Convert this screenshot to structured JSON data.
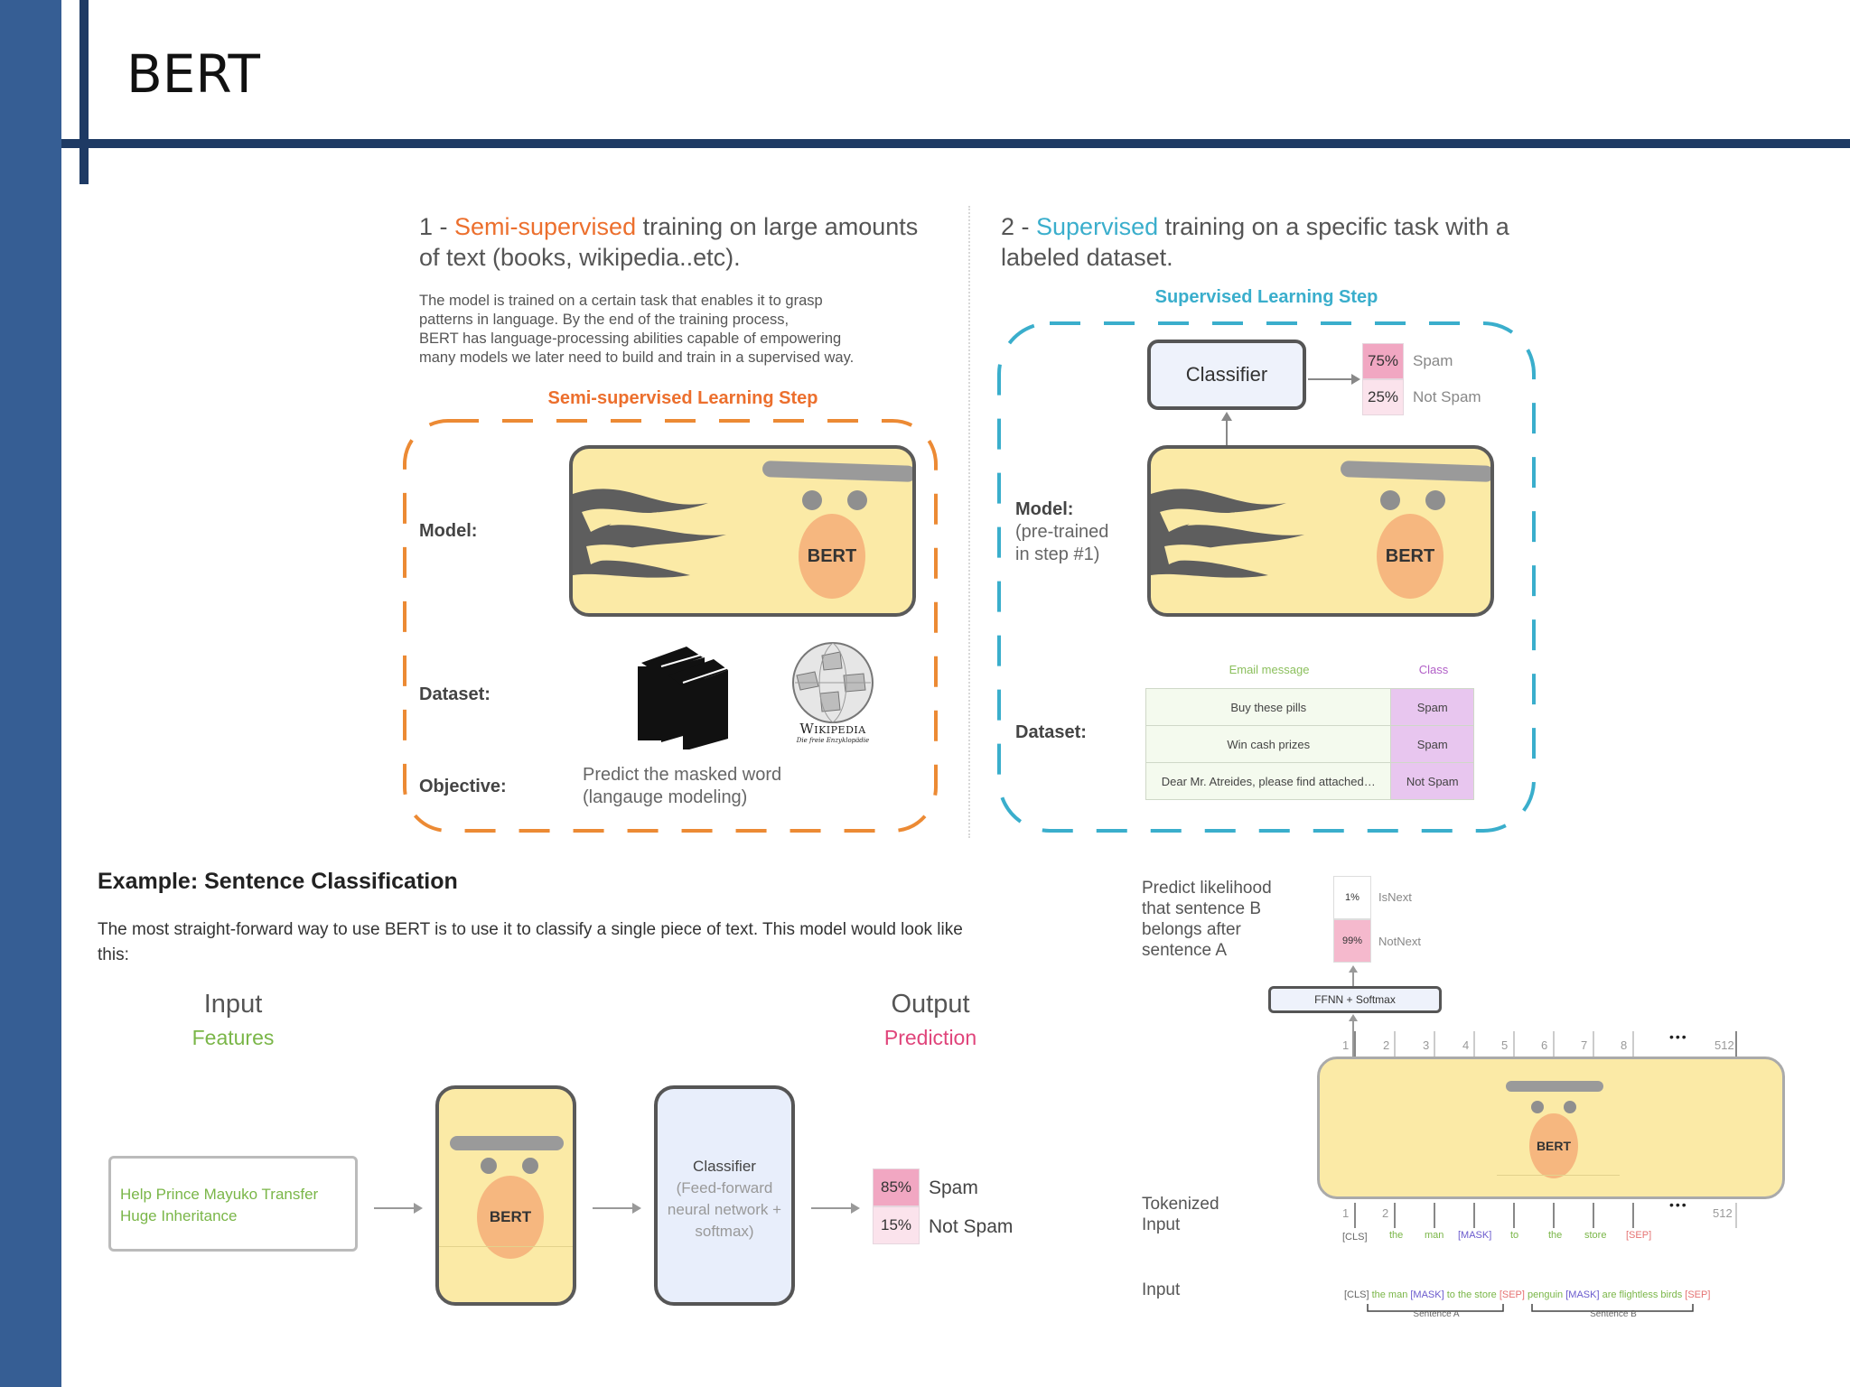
{
  "slide": {
    "title": "BERT"
  },
  "panel1": {
    "num": "1 - ",
    "heading_highlight": "Semi-supervised",
    "heading_line1_rest": " training on large amounts",
    "heading_line2": "of text (books, wikipedia..etc).",
    "description": [
      "The model is trained on a certain task that enables it to grasp",
      "patterns in language. By the end of the training process,",
      "BERT has language-processing abilities capable of empowering",
      "many models we later need to build and train in a supervised way."
    ],
    "step_title": "Semi-supervised Learning Step",
    "model_label": "Model:",
    "dataset_label": "Dataset:",
    "objective_label": "Objective:",
    "bert_label": "BERT",
    "wikipedia_name": "Wikipedia",
    "wikipedia_tagline": "Die freie Enzyklopädie",
    "objective_text": [
      "Predict the masked word",
      "(langauge modeling)"
    ],
    "accent_color": "#ec6f2d"
  },
  "panel2": {
    "num": "2 - ",
    "heading_highlight": "Supervised",
    "heading_line1_rest": " training on a specific task with a",
    "heading_line2": "labeled dataset.",
    "step_title": "Supervised Learning Step",
    "classifier_label": "Classifier",
    "outputs": [
      {
        "pct": "75%",
        "label": "Spam"
      },
      {
        "pct": "25%",
        "label": "Not Spam"
      }
    ],
    "model_label": "Model:",
    "model_sub": [
      "(pre-trained",
      "in step #1)"
    ],
    "bert_label": "BERT",
    "dataset_label": "Dataset:",
    "table_headers": [
      "Email message",
      "Class"
    ],
    "table_rows": [
      {
        "message": "Buy these pills",
        "class": "Spam"
      },
      {
        "message": "Win cash prizes",
        "class": "Spam"
      },
      {
        "message": "Dear Mr. Atreides, please find attached…",
        "class": "Not Spam"
      }
    ],
    "accent_color": "#3aaecc"
  },
  "example": {
    "title": "Example: Sentence Classification",
    "text_line1": "The most straight-forward way to use BERT is to use it to classify a single piece of text. This model would look like",
    "text_line2": "this:",
    "input_title": "Input",
    "input_sub": "Features",
    "output_title": "Output",
    "output_sub": "Prediction",
    "input_text": [
      "Help Prince Mayuko Transfer",
      "Huge Inheritance"
    ],
    "bert_label": "BERT",
    "classifier_title": "Classifier",
    "classifier_sub": [
      "(Feed-forward",
      "neural network +",
      "softmax)"
    ],
    "outputs": [
      {
        "pct": "85%",
        "label": "Spam"
      },
      {
        "pct": "15%",
        "label": "Not Spam"
      }
    ]
  },
  "nsp": {
    "predict_text": [
      "Predict likelihood",
      "that sentence B",
      "belongs after",
      "sentence A"
    ],
    "outputs": [
      {
        "pct": "1%",
        "label": "IsNext"
      },
      {
        "pct": "99%",
        "label": "NotNext"
      }
    ],
    "ffnn_label": "FFNN + Softmax",
    "top_positions": [
      "1",
      "2",
      "3",
      "4",
      "5",
      "6",
      "7",
      "8",
      "512"
    ],
    "ellipsis": "•••",
    "bert_label": "BERT",
    "tokenized_label": [
      "Tokenized",
      "Input"
    ],
    "bottom_positions": [
      "1",
      "2",
      "512"
    ],
    "tokens": [
      "[CLS]",
      "the",
      "man",
      "[MASK]",
      "to",
      "the",
      "store",
      "[SEP]"
    ],
    "input_label": "Input",
    "input_sentence_parts": [
      "[CLS]",
      " the man ",
      "[MASK]",
      " to the store ",
      "[SEP]",
      " penguin ",
      "[MASK]",
      " are flightless birds ",
      "[SEP]"
    ],
    "sentence_a": "Sentence A",
    "sentence_b": "Sentence B"
  }
}
